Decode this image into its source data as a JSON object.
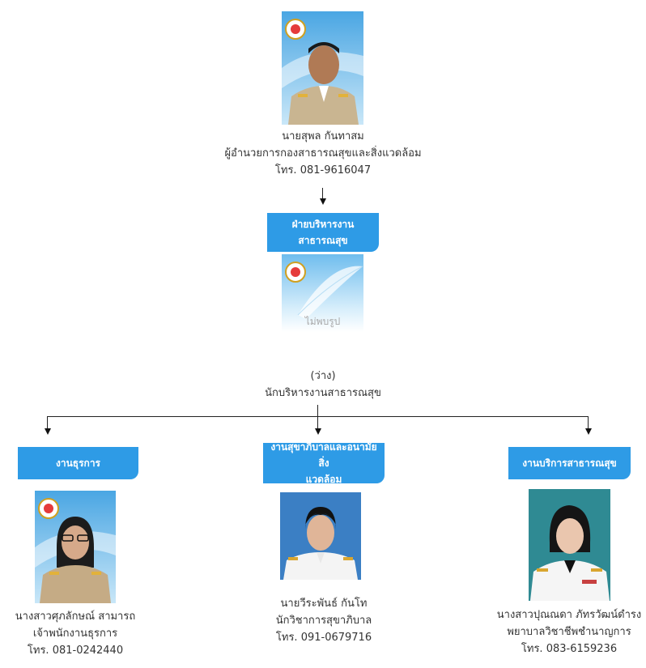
{
  "director": {
    "name": "นายสุพล กันทาสม",
    "position": "ผู้อำนวยการกองสาธารณสุขและสิ่งแวดล้อม",
    "phone": "โทร. 081-9616047"
  },
  "admin_section": {
    "title_line1": "ฝ่ายบริหารงาน",
    "title_line2": "สาธารณสุข",
    "no_photo_text": "ไม่พบรูป",
    "name": "(ว่าง)",
    "position": "นักบริหารงานสาธารณสุข"
  },
  "departments": [
    {
      "title_line1": "งานธุรการ",
      "title_line2": "",
      "name": "นางสาวศุภลักษณ์ สามารถ",
      "position": "เจ้าพนักงานธุรการ",
      "phone": "โทร. 081-0242440"
    },
    {
      "title_line1": "งานสุขาภิบาลและอนามัยสิ่ง",
      "title_line2": "แวดล้อม",
      "name": "นายวีระพันธ์  กันโท",
      "position": "นักวิชาการสุขาภิบาล",
      "phone": "โทร. 091-0679716"
    },
    {
      "title_line1": "งานบริการสาธารณสุข",
      "title_line2": "",
      "name": "นางสาวปุณณดา  ภัทรวัฒน์ดำรง",
      "position": "พยาบาลวิชาชีพชำนาญการ",
      "phone": "โทร. 083-6159236"
    }
  ],
  "colors": {
    "dept_header": "#2e9be6",
    "photo_sky": "#7cc3ee"
  },
  "icons": [
    "org-seal-icon",
    "feather-icon",
    "arrow-down-icon"
  ]
}
